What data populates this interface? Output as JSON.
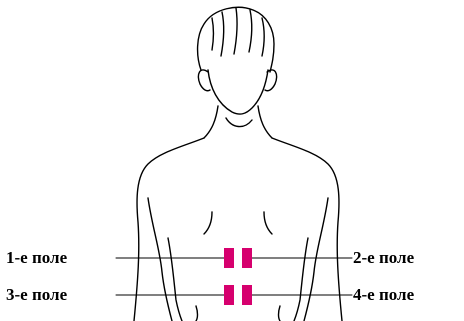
{
  "labels": {
    "field_1": "1-е поле",
    "field_2": "2-е поле",
    "field_3": "3-е поле",
    "field_4": "4-е поле"
  },
  "colors": {
    "outline": "#000000",
    "electrode": "#d6006e"
  }
}
